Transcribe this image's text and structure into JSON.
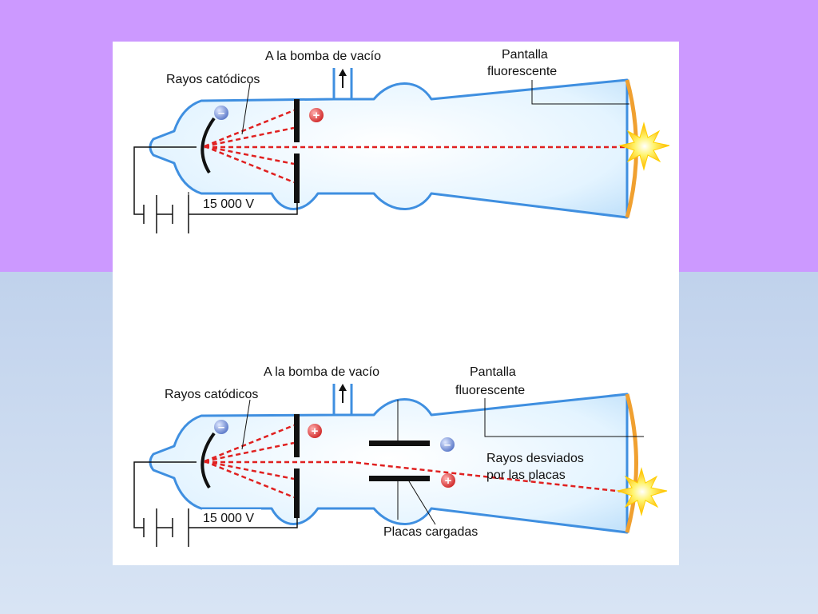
{
  "colors": {
    "background_top": "#cc99ff",
    "background_bottom": "#c8d8ee",
    "tube_fill": "#e8f6ff",
    "tube_outline": "#3f8fe0",
    "ray": "#e02020",
    "screen_glow": "#ffb020",
    "plate": "#111111"
  },
  "diagrams": [
    {
      "pump_label": "A la bomba de vacío",
      "screen_label_line1": "Pantalla",
      "screen_label_line2": "fluorescente",
      "cathode_rays_label": "Rayos catódicos",
      "voltage_label": "15 000 V",
      "cathode_sign": "–",
      "anode_sign": "+"
    },
    {
      "pump_label": "A la bomba de vacío",
      "screen_label_line1": "Pantalla",
      "screen_label_line2": "fluorescente",
      "cathode_rays_label": "Rayos catódicos",
      "voltage_label": "15 000 V",
      "cathode_sign": "–",
      "anode_sign": "+",
      "deflected_label_line1": "Rayos desviados",
      "deflected_label_line2": "por las placas",
      "plates_label": "Placas cargadas",
      "upper_plate_sign": "–",
      "lower_plate_sign": "+"
    }
  ]
}
